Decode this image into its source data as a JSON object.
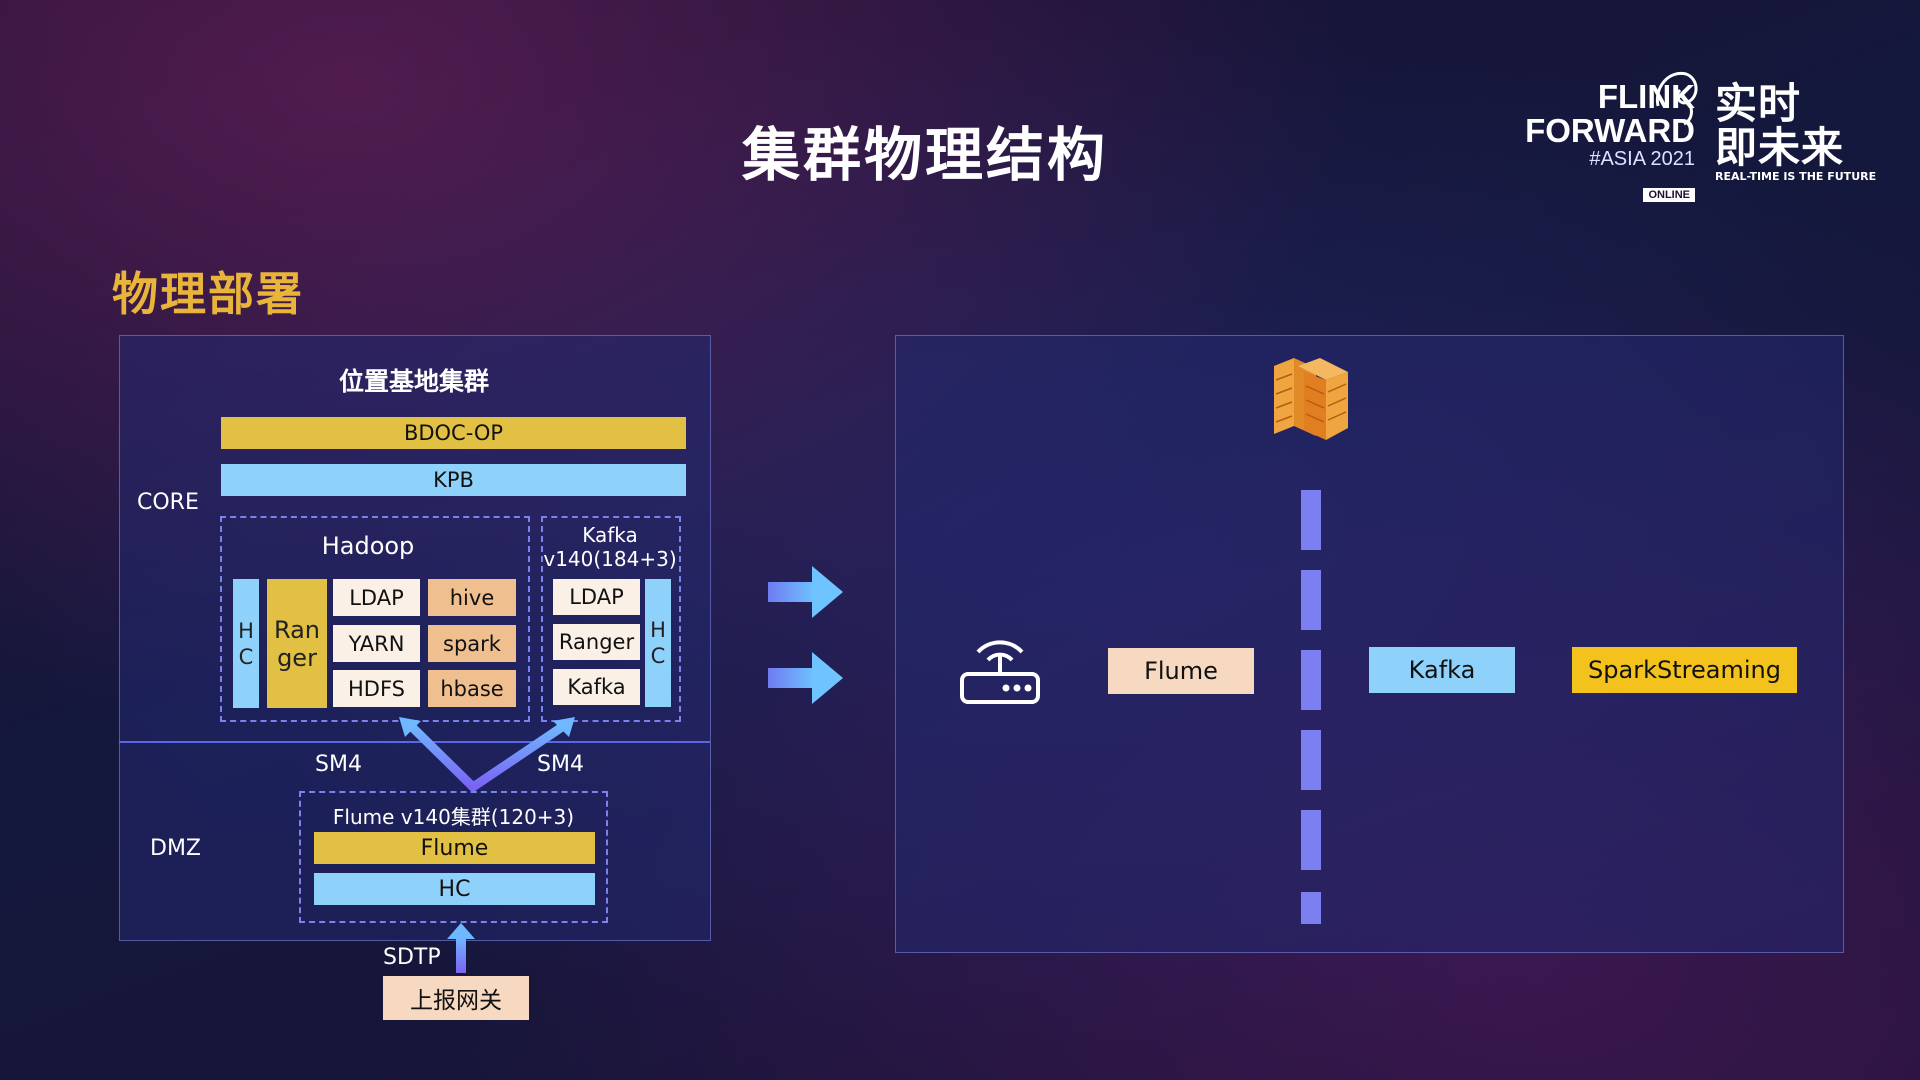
{
  "title": "集群物理结构",
  "subtitle": "物理部署",
  "logo": {
    "line1": "FLINK",
    "line2": "FORWARD",
    "line3": "#ASIA 2021",
    "line4": "ONLINE",
    "cn1": "实时",
    "cn2": "即未来",
    "tagline": "REAL-TIME IS THE FUTURE"
  },
  "left_panel": {
    "cluster_title": "位置基地集群",
    "core_label": "CORE",
    "dmz_label": "DMZ",
    "bdoc": "BDOC-OP",
    "kpb": "KPB",
    "hadoop": {
      "title": "Hadoop",
      "hc_top": "H",
      "hc_bottom": "C",
      "ranger_top": "Ran",
      "ranger_bottom": "ger",
      "ldap": "LDAP",
      "hive": "hive",
      "yarn": "YARN",
      "spark": "spark",
      "hdfs": "HDFS",
      "hbase": "hbase"
    },
    "kafka": {
      "title_line1": "Kafka",
      "title_line2": "v140(184+3)",
      "ldap": "LDAP",
      "ranger": "Ranger",
      "kafka": "Kafka",
      "hc_top": "H",
      "hc_bottom": "C"
    },
    "sm4_left": "SM4",
    "sm4_right": "SM4",
    "flume_cluster": {
      "title": "Flume v140集群(120+3)",
      "flume": "Flume",
      "hc": "HC"
    },
    "sdtp": "SDTP",
    "gateway": "上报网关"
  },
  "right_panel": {
    "flume": "Flume",
    "kafka": "Kafka",
    "spark": "SparkStreaming",
    "router_icon": "router-icon",
    "firewall_icon": "firewall-icon"
  },
  "colors": {
    "gold": "#e2c043",
    "blue": "#8ed1fb",
    "peach": "#f6d9c0",
    "orange": "#efbf8f",
    "accent_purple": "#7b82ee",
    "subtitle": "#e8b43a"
  }
}
